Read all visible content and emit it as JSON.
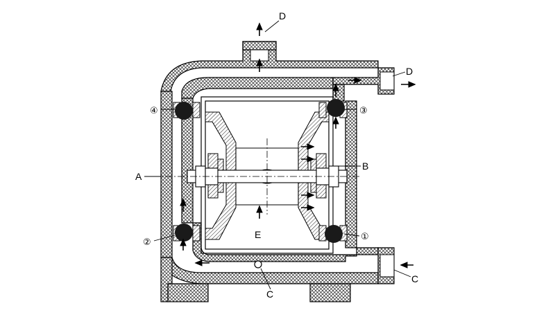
{
  "diagram": {
    "labels": {
      "A": "A",
      "B": "B",
      "C_right": "C",
      "C_bottom": "C",
      "D_top": "D",
      "D_right": "D",
      "E": "E"
    },
    "valve_numbers": {
      "one": "①",
      "two": "②",
      "three": "③",
      "four": "④"
    },
    "colors": {
      "line": "#000000",
      "ball": "#1a1a1a",
      "background": "#ffffff"
    }
  }
}
